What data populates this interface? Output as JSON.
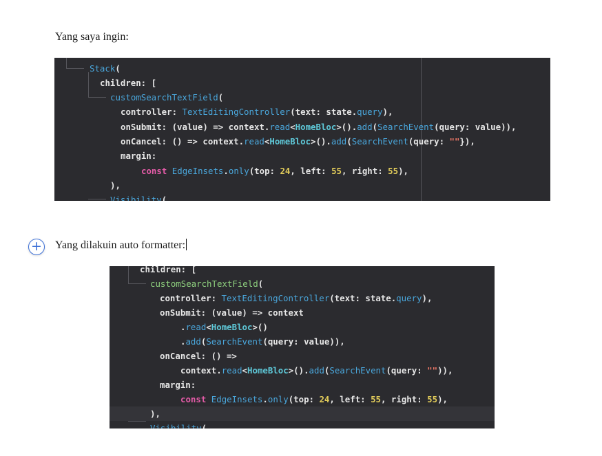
{
  "doc": {
    "para1": "Yang saya ingin:",
    "para2": "Yang dilakuin auto formatter:",
    "add_icon": "+"
  },
  "shot1": {
    "lines": [
      [
        [
          "Stack",
          "t-cls"
        ],
        [
          "(",
          ""
        ]
      ],
      [
        [
          "children: [",
          ""
        ]
      ],
      [
        [
          "customSearchTextField",
          "t-cls"
        ],
        [
          "(",
          ""
        ]
      ],
      [
        [
          "controller: ",
          ""
        ],
        [
          "TextEditingController",
          "t-cls"
        ],
        [
          "(text: state.",
          ""
        ],
        [
          "query",
          "t-prop"
        ],
        [
          "),",
          ""
        ]
      ],
      [
        [
          "onSubmit: (value) => context.",
          ""
        ],
        [
          "read",
          "t-prop"
        ],
        [
          "<",
          ""
        ],
        [
          "HomeBloc",
          "t-type"
        ],
        [
          ">().",
          ""
        ],
        [
          "add",
          "t-prop"
        ],
        [
          "(",
          ""
        ],
        [
          "SearchEvent",
          "t-cls"
        ],
        [
          "(query: value)),",
          ""
        ]
      ],
      [
        [
          "onCancel: () => context.",
          ""
        ],
        [
          "read",
          "t-prop"
        ],
        [
          "<",
          ""
        ],
        [
          "HomeBloc",
          "t-type"
        ],
        [
          ">().",
          ""
        ],
        [
          "add",
          "t-prop"
        ],
        [
          "(",
          ""
        ],
        [
          "SearchEvent",
          "t-cls"
        ],
        [
          "(query: ",
          ""
        ],
        [
          "\"\"",
          "t-str"
        ],
        [
          "}),",
          ""
        ]
      ],
      [
        [
          "margin:",
          ""
        ]
      ],
      [
        [
          "const",
          "t-kw"
        ],
        [
          " ",
          ""
        ],
        [
          "EdgeInsets",
          "t-cls"
        ],
        [
          ".",
          ""
        ],
        [
          "only",
          "t-prop"
        ],
        [
          "(top: ",
          ""
        ],
        [
          "24",
          "t-num"
        ],
        [
          ", left: ",
          ""
        ],
        [
          "55",
          "t-num"
        ],
        [
          ", right: ",
          ""
        ],
        [
          "55",
          "t-num"
        ],
        [
          "),",
          ""
        ]
      ],
      [
        [
          "),",
          ""
        ]
      ],
      [
        [
          "Visibility",
          "t-cls"
        ],
        [
          "(",
          ""
        ]
      ]
    ]
  },
  "shot2": {
    "lines": [
      [
        [
          "children: [",
          ""
        ]
      ],
      [
        [
          "customSearchTextField",
          "t-grn"
        ],
        [
          "(",
          ""
        ]
      ],
      [
        [
          "controller: ",
          ""
        ],
        [
          "TextEditingController",
          "t-cls"
        ],
        [
          "(text: state.",
          ""
        ],
        [
          "query",
          "t-prop"
        ],
        [
          "),",
          ""
        ]
      ],
      [
        [
          "onSubmit: (value) => context",
          ""
        ]
      ],
      [
        [
          ".",
          ""
        ],
        [
          "read",
          "t-prop"
        ],
        [
          "<",
          ""
        ],
        [
          "HomeBloc",
          "t-type"
        ],
        [
          ">()",
          ""
        ]
      ],
      [
        [
          ".",
          ""
        ],
        [
          "add",
          "t-prop"
        ],
        [
          "(",
          ""
        ],
        [
          "SearchEvent",
          "t-cls"
        ],
        [
          "(query: value)),",
          ""
        ]
      ],
      [
        [
          "onCancel: () =>",
          ""
        ]
      ],
      [
        [
          "context.",
          ""
        ],
        [
          "read",
          "t-prop"
        ],
        [
          "<",
          ""
        ],
        [
          "HomeBloc",
          "t-type"
        ],
        [
          ">().",
          ""
        ],
        [
          "add",
          "t-prop"
        ],
        [
          "(",
          ""
        ],
        [
          "SearchEvent",
          "t-cls"
        ],
        [
          "(query: ",
          ""
        ],
        [
          "\"\"",
          "t-str"
        ],
        [
          ")),",
          ""
        ]
      ],
      [
        [
          "margin:",
          ""
        ]
      ],
      [
        [
          "const",
          "t-kw"
        ],
        [
          " ",
          ""
        ],
        [
          "EdgeInsets",
          "t-cls"
        ],
        [
          ".",
          ""
        ],
        [
          "only",
          "t-prop"
        ],
        [
          "(top: ",
          ""
        ],
        [
          "24",
          "t-num"
        ],
        [
          ", left: ",
          ""
        ],
        [
          "55",
          "t-num"
        ],
        [
          ", right: ",
          ""
        ],
        [
          "55",
          "t-num"
        ],
        [
          "),",
          ""
        ]
      ],
      [
        [
          "),",
          ""
        ]
      ],
      [
        [
          "Visibility",
          "t-cls"
        ],
        [
          "(",
          ""
        ]
      ]
    ]
  }
}
